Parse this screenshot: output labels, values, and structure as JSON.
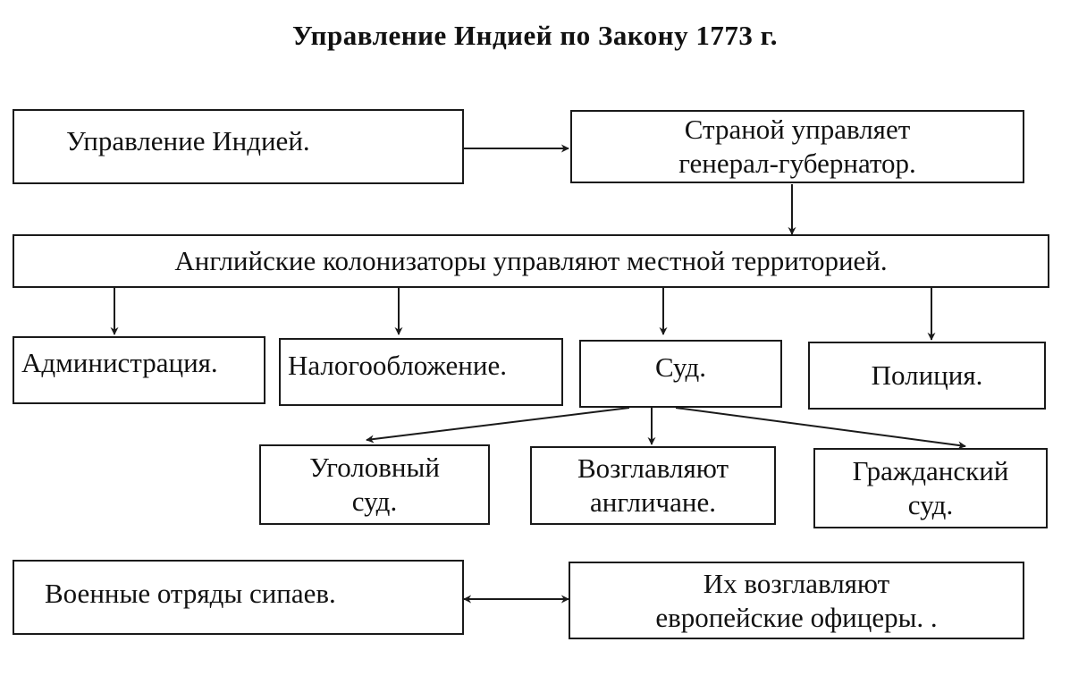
{
  "title": "Управление Индией по Закону 1773 г.",
  "boxes": {
    "governance": "Управление  Индией.",
    "governor": [
      "Страной  управляет",
      "генерал-губернатор."
    ],
    "colonizers": "Английские колонизаторы управляют местной территорией.",
    "administration": "Администрация.",
    "taxation": "Налогообложение.",
    "court": "Суд.",
    "police": "Полиция.",
    "criminal_court": [
      "Уголовный",
      "суд."
    ],
    "headed_by_english": [
      "Возглавляют",
      "англичане."
    ],
    "civil_court": [
      "Гражданский",
      "суд."
    ],
    "sepoy_troops": "Военные  отряды  сипаев.",
    "european_officers": [
      "Их  возглавляют",
      "европейские  офицеры.  ."
    ]
  }
}
